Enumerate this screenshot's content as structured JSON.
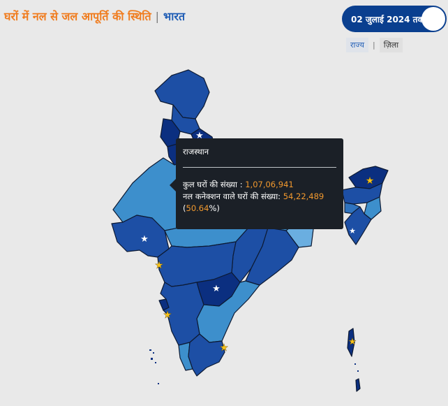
{
  "header": {
    "title": "घरों में नल से जल आपूर्ति की स्थिति",
    "separator": "|",
    "region": "भारत"
  },
  "date_toggle": {
    "label": "02 जुलाई 2024 तक"
  },
  "level_tabs": {
    "state": "राज्य",
    "separator": "|",
    "district": "ज़िला",
    "active": "state"
  },
  "tooltip": {
    "state_name": "राजस्थान",
    "total_label": "कुल घरों की संख्या : ",
    "total_value": "1,07,06,941",
    "tap_label": "नल कनेक्शन वाले घरों की संख्या: ",
    "tap_value": "54,22,489",
    "percent_open": "(",
    "percent_value": "50.64",
    "percent_close": "%)"
  },
  "colors": {
    "background": "#e9e9e9",
    "darkest": "#0b2f80",
    "dark": "#1d4fa5",
    "medium": "#2f73bf",
    "light": "#3d8fcc",
    "lightest": "#6aaee0",
    "border": "#0d1a33",
    "accent_orange": "#f07c1e"
  },
  "icons": {
    "har_ghar_jal_certified": "white-star-icon",
    "fully_reported": "gold-star-icon"
  }
}
